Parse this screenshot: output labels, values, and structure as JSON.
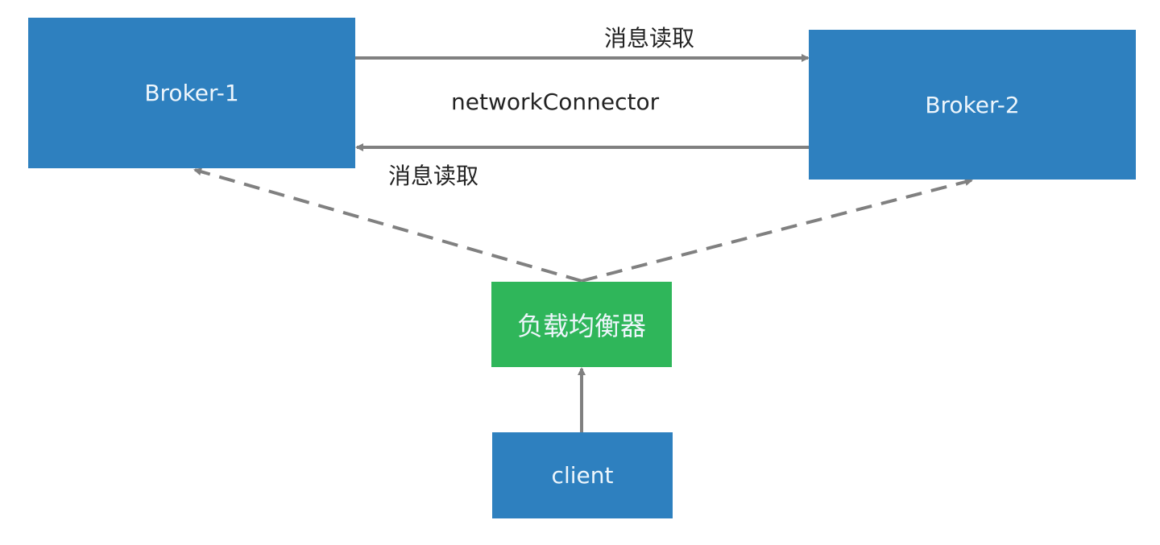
{
  "diagram": {
    "nodes": {
      "broker1": "Broker-1",
      "broker2": "Broker-2",
      "load_balancer": "负载均衡器",
      "client": "client"
    },
    "edges": {
      "broker1_to_broker2": "消息读取",
      "broker2_to_broker1": "消息读取",
      "connector": "networkConnector"
    },
    "colors": {
      "broker": "#2e80bf",
      "load_balancer": "#2fb65a",
      "arrow": "#808080"
    }
  }
}
